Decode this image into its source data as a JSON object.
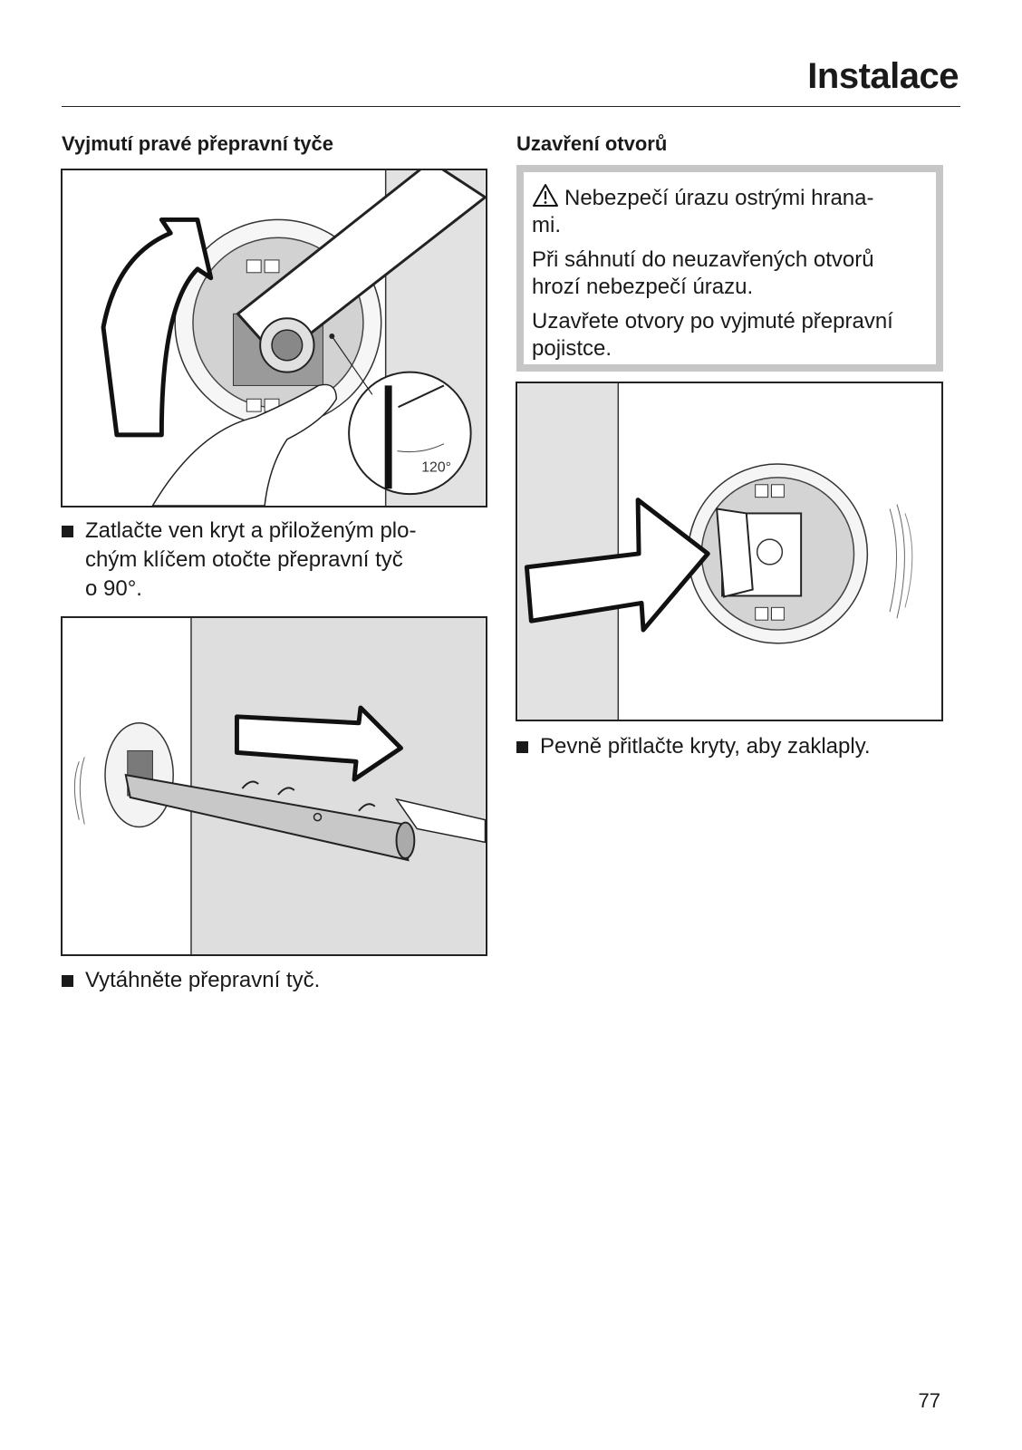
{
  "header": {
    "title": "Instalace"
  },
  "left": {
    "heading": "Vyjmutí pravé přepravní tyče",
    "figure1": {
      "angle_label": "120°"
    },
    "step1_lines": [
      "Zatlačte ven kryt a přiloženým plo-",
      "chým klíčem otočte přepravní tyč",
      "o 90°."
    ],
    "step2": "Vytáhněte přepravní tyč."
  },
  "right": {
    "heading": "Uzavření otvorů",
    "warning": {
      "icon": "warning-triangle-icon",
      "line1": "Nebezpečí úrazu ostrými hrana-",
      "line1b": "mi.",
      "line2a": "Při sáhnutí do neuzavřených otvorů",
      "line2b": "hrozí nebezpečí úrazu.",
      "line3a": "Uzavřete otvory po vyjmuté přepravní",
      "line3b": "pojistce."
    },
    "step": "Pevně přitlačte kryty, aby zaklaply."
  },
  "footer": {
    "page_number": "77"
  }
}
